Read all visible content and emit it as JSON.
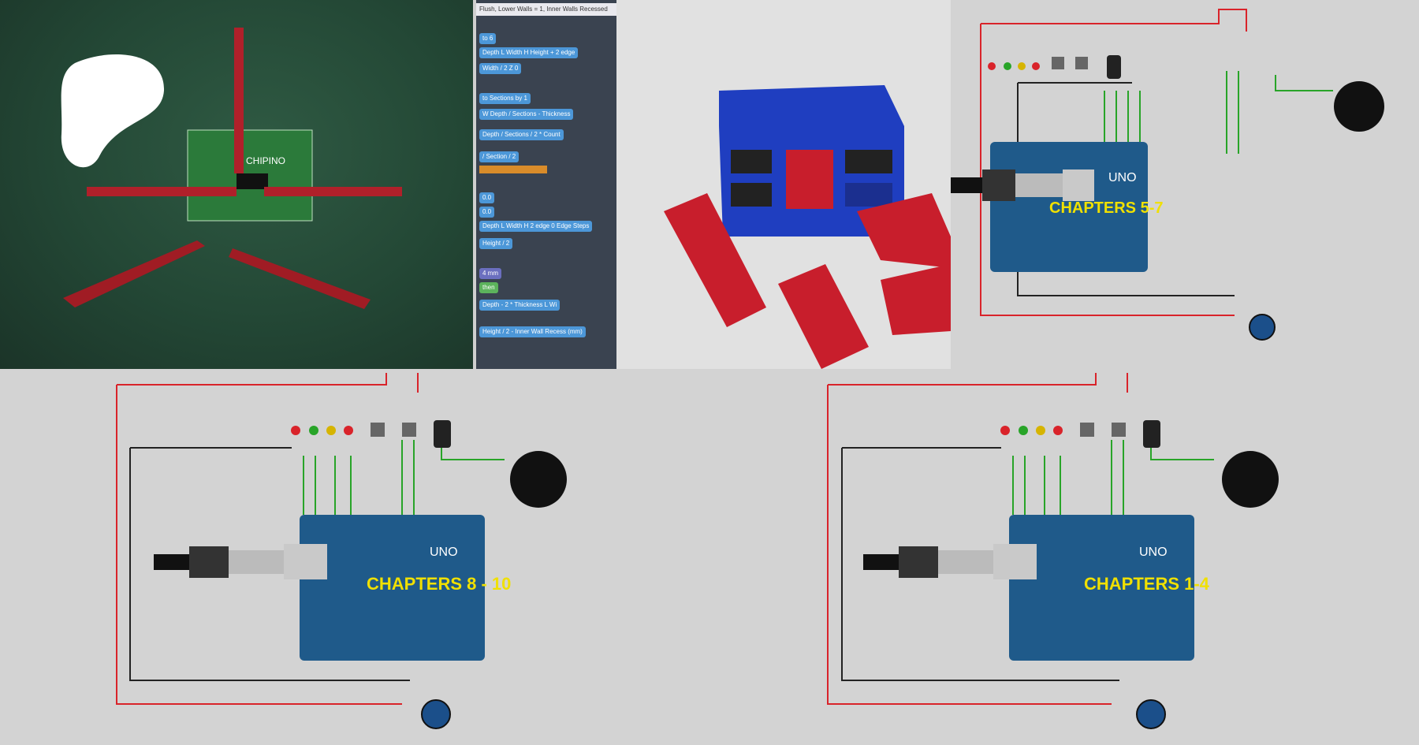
{
  "code_panel": {
    "header": "Flush, Lower Walls = 1, Inner Walls Recessed",
    "blocks": [
      "to 6",
      "Depth L Width H Height + 2 edge",
      "Width / 2 Z 0",
      "to Sections by 1",
      "W Depth / Sections - Thickness",
      "Depth / Sections / 2 * Count",
      "/ Section / 2",
      "0.0",
      "0.0",
      "Depth L Width H 2 edge 0 Edge Steps",
      "Height / 2",
      "4 mm",
      "then",
      "Depth - 2 * Thickness L Wi",
      "Height / 2 - Inner Wall Recess (mm)"
    ]
  },
  "pcb_label": "CHIPINO",
  "ch57": {
    "label": "CHAPTERS 5-7",
    "board_brand": "UNO"
  },
  "ch810": {
    "label": "CHAPTERS 8 - 10",
    "board_brand": "UNO"
  },
  "ch14": {
    "label": "CHAPTERS 1-4",
    "board_brand": "UNO"
  },
  "colors": {
    "board": "#1f5a8a",
    "label": "#f0e000",
    "wire_red": "#d9232a",
    "wire_green": "#28a428",
    "wire_black": "#222222"
  }
}
